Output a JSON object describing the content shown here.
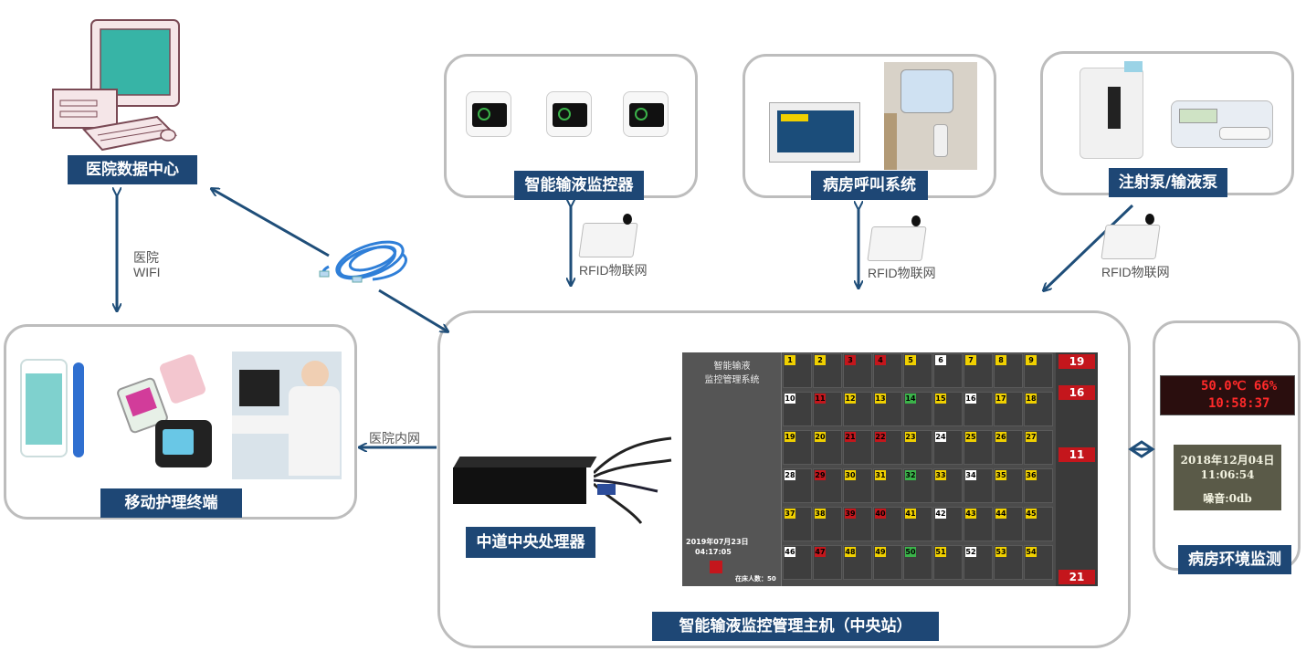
{
  "nodes": {
    "data_center": "医院数据中心",
    "infusion_monitor": "智能输液监控器",
    "ward_call": "病房呼叫系统",
    "pump": "注射泵/输液泵",
    "mobile_terminal": "移动护理终端",
    "central_processor": "中道中央处理器",
    "central_station": "智能输液监控管理主机（中央站）",
    "env_monitor": "病房环境监测"
  },
  "links": {
    "wifi_line1": "医院",
    "wifi_line2": "WIFI",
    "intranet": "医院内网",
    "rfid1": "RFID物联网",
    "rfid2": "RFID物联网",
    "rfid3": "RFID物联网"
  },
  "dashboard": {
    "title_line1": "智能输液",
    "title_line2": "监控管理系统",
    "date": "2019年07月23日",
    "time": "04:17:05",
    "count": "在床人数：50",
    "bed_labels": [
      "19",
      "16",
      "11",
      "21"
    ],
    "beds": [
      "1",
      "2",
      "3",
      "4",
      "5",
      "6",
      "7",
      "8",
      "9",
      "10",
      "11",
      "12",
      "13",
      "14",
      "15",
      "16",
      "17",
      "18",
      "19",
      "20",
      "21",
      "22",
      "23",
      "24",
      "25",
      "26",
      "27",
      "28",
      "29",
      "30",
      "31",
      "32",
      "33",
      "34",
      "35",
      "36",
      "37",
      "38",
      "39",
      "40",
      "41",
      "42",
      "43",
      "44",
      "45",
      "46",
      "47",
      "48",
      "49",
      "50",
      "51",
      "52",
      "53",
      "54"
    ]
  },
  "env": {
    "screen_line1": "50.0℃ 66%",
    "screen_line2": "10:58:37",
    "date": "2018年12月04日",
    "time": "11:06:54",
    "noise": "噪音:0db"
  },
  "colors": {
    "label_bg": "#1e4775",
    "arrow": "#1f4e79",
    "frame": "#bdbdbd"
  }
}
